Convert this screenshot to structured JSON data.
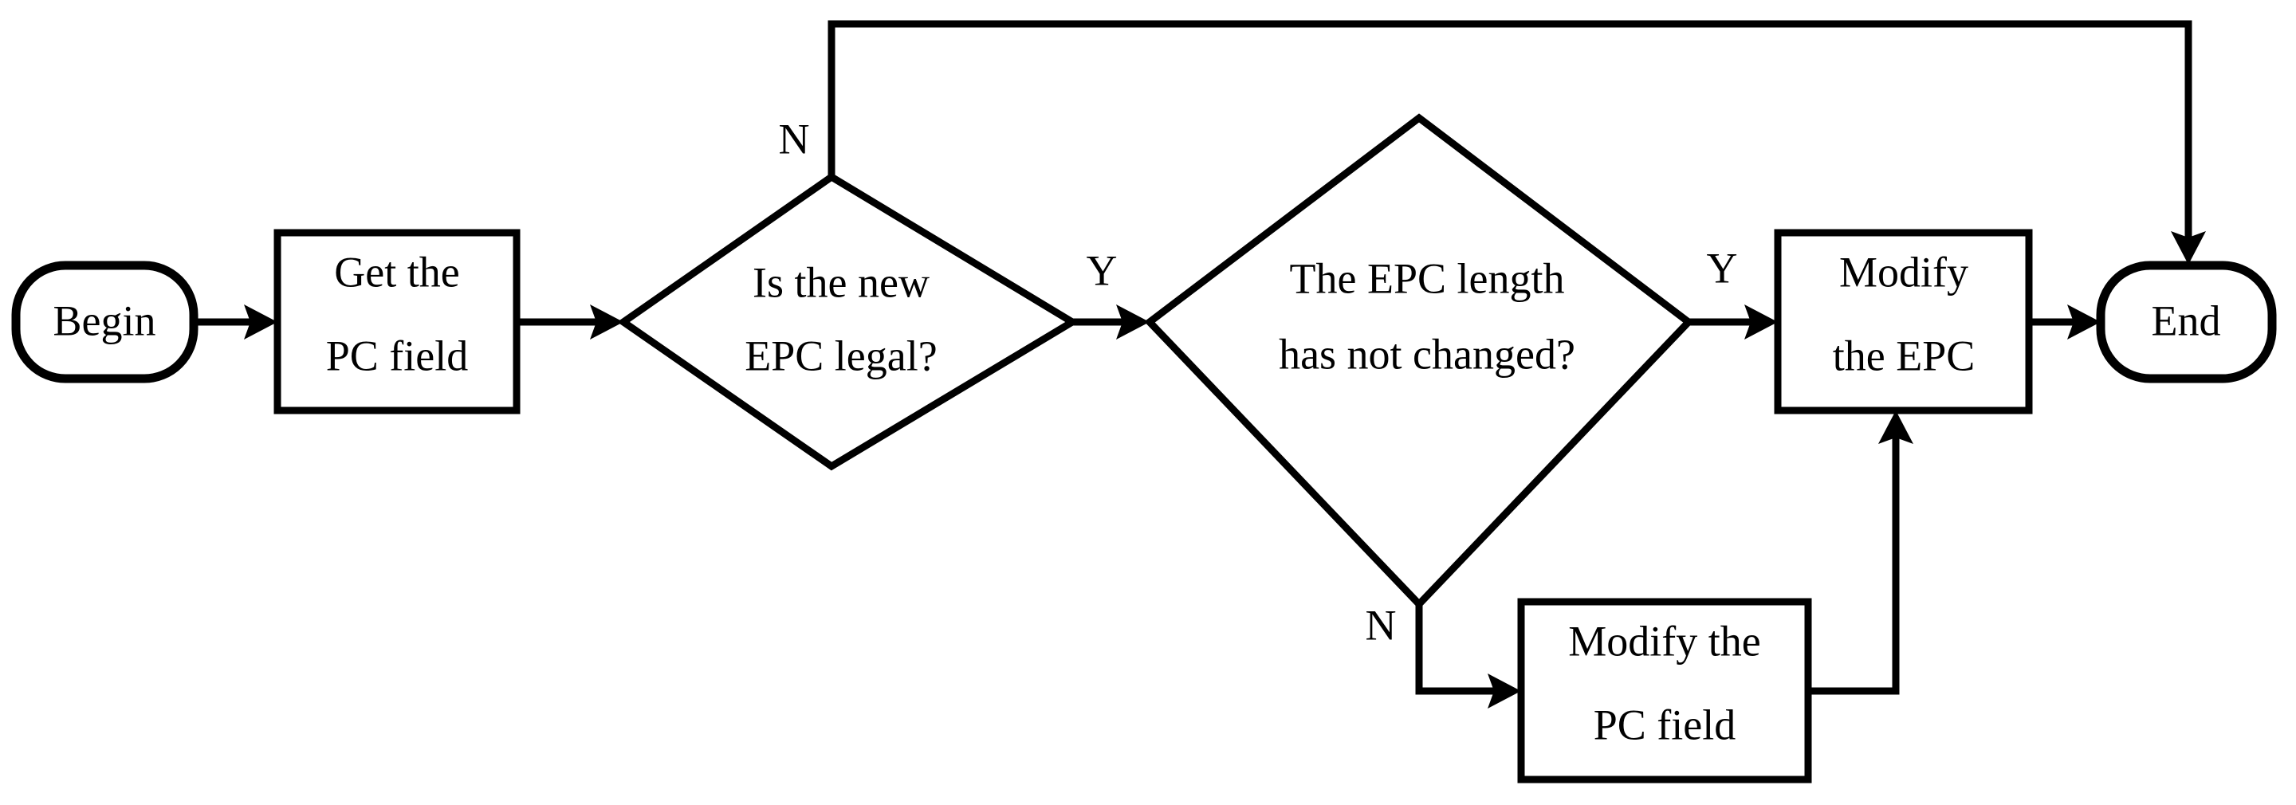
{
  "diagram": {
    "type": "flowchart",
    "orientation": "left-to-right",
    "background_color": "#ffffff",
    "line_color": "#000000",
    "nodes": {
      "begin": {
        "id": "begin",
        "shape": "terminal",
        "label": "Begin"
      },
      "get_pc": {
        "id": "get_pc",
        "shape": "process",
        "line1": "Get the",
        "line2": "PC field"
      },
      "epc_legal": {
        "id": "epc_legal",
        "shape": "decision",
        "line1": "Is the new",
        "line2": "EPC legal?"
      },
      "epc_length": {
        "id": "epc_length",
        "shape": "decision",
        "line1": "The EPC length",
        "line2": "has not changed?"
      },
      "modify_epc": {
        "id": "modify_epc",
        "shape": "process",
        "line1": "Modify",
        "line2": "the EPC"
      },
      "modify_pc": {
        "id": "modify_pc",
        "shape": "process",
        "line1": "Modify the",
        "line2": "PC field"
      },
      "end": {
        "id": "end",
        "shape": "terminal",
        "label": "End"
      }
    },
    "edge_labels": {
      "legal_no": "N",
      "legal_yes": "Y",
      "length_yes": "Y",
      "length_no": "N"
    },
    "edges": [
      {
        "from": "begin",
        "to": "get_pc",
        "label": ""
      },
      {
        "from": "get_pc",
        "to": "epc_legal",
        "label": ""
      },
      {
        "from": "epc_legal",
        "to": "end",
        "label": "N"
      },
      {
        "from": "epc_legal",
        "to": "epc_length",
        "label": "Y"
      },
      {
        "from": "epc_length",
        "to": "modify_epc",
        "label": "Y"
      },
      {
        "from": "epc_length",
        "to": "modify_pc",
        "label": "N"
      },
      {
        "from": "modify_pc",
        "to": "modify_epc",
        "label": ""
      },
      {
        "from": "modify_epc",
        "to": "end",
        "label": ""
      }
    ]
  }
}
